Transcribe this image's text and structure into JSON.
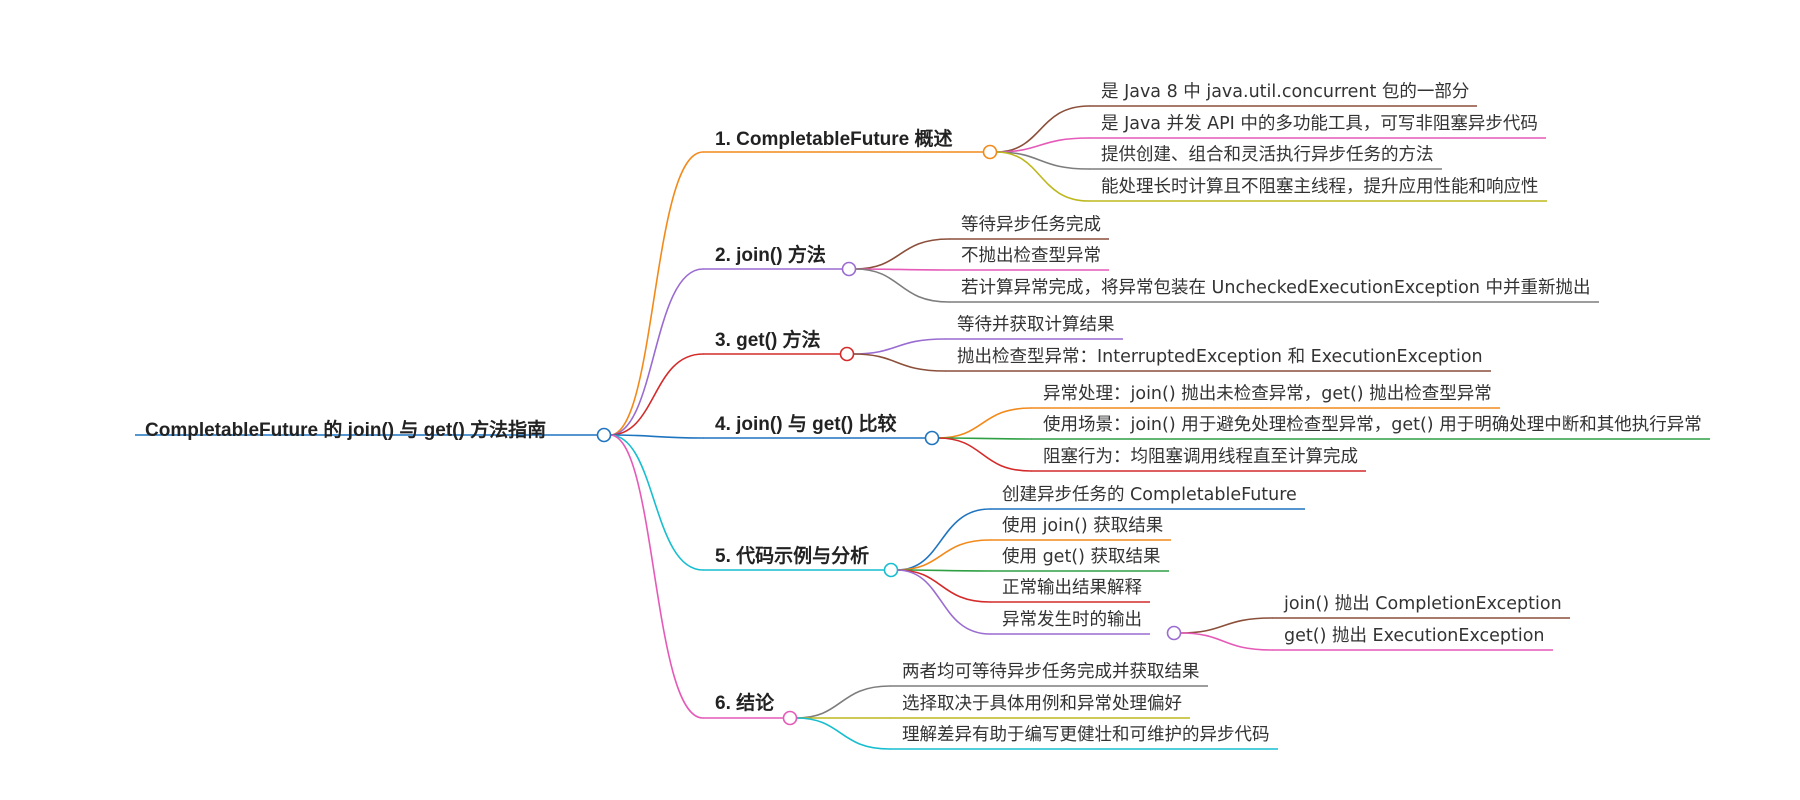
{
  "mindmap": {
    "root": {
      "label": "CompletableFuture 的 join() 与 get() 方法指南",
      "color": "#1f74c0"
    },
    "branches": [
      {
        "id": "b1",
        "label": "1. CompletableFuture 概述",
        "color": "#f28a1b",
        "children": [
          {
            "id": "b1c1",
            "label": "是 Java 8 中 java.util.concurrent 包的一部分",
            "color": "#8b4f3a"
          },
          {
            "id": "b1c2",
            "label": "是 Java 并发 API 中的多功能工具，可写非阻塞异步代码",
            "color": "#e55ab8"
          },
          {
            "id": "b1c3",
            "label": "提供创建、组合和灵活执行异步任务的方法",
            "color": "#7d7d7d"
          },
          {
            "id": "b1c4",
            "label": "能处理长时计算且不阻塞主线程，提升应用性能和响应性",
            "color": "#bdb81f"
          }
        ]
      },
      {
        "id": "b2",
        "label": "2. join() 方法",
        "color": "#9a6bd0",
        "children": [
          {
            "id": "b2c1",
            "label": "等待异步任务完成",
            "color": "#8b4f3a"
          },
          {
            "id": "b2c2",
            "label": "不抛出检查型异常",
            "color": "#e55ab8"
          },
          {
            "id": "b2c3",
            "label": "若计算异常完成，将异常包装在 UncheckedExecutionException 中并重新抛出",
            "color": "#7d7d7d"
          }
        ]
      },
      {
        "id": "b3",
        "label": "3. get() 方法",
        "color": "#d42a2a",
        "children": [
          {
            "id": "b3c1",
            "label": "等待并获取计算结果",
            "color": "#9a6bd0"
          },
          {
            "id": "b3c2",
            "label": "抛出检查型异常：InterruptedException 和 ExecutionException",
            "color": "#8b4f3a"
          }
        ]
      },
      {
        "id": "b4",
        "label": "4. join() 与 get() 比较",
        "color": "#1f74c0",
        "children": [
          {
            "id": "b4c1",
            "label": "异常处理：join() 抛出未检查异常，get() 抛出检查型异常",
            "color": "#f28a1b"
          },
          {
            "id": "b4c2",
            "label": "使用场景：join() 用于避免处理检查型异常，get() 用于明确处理中断和其他执行异常",
            "color": "#2ea043"
          },
          {
            "id": "b4c3",
            "label": "阻塞行为：均阻塞调用线程直至计算完成",
            "color": "#d42a2a"
          }
        ]
      },
      {
        "id": "b5",
        "label": "5. 代码示例与分析",
        "color": "#17becf",
        "children": [
          {
            "id": "b5c1",
            "label": "创建异步任务的 CompletableFuture",
            "color": "#1f74c0"
          },
          {
            "id": "b5c2",
            "label": "使用 join() 获取结果",
            "color": "#f28a1b"
          },
          {
            "id": "b5c3",
            "label": "使用 get() 获取结果",
            "color": "#2ea043"
          },
          {
            "id": "b5c4",
            "label": "正常输出结果解释",
            "color": "#d42a2a"
          },
          {
            "id": "b5c5",
            "label": "异常发生时的输出",
            "color": "#9a6bd0",
            "children": [
              {
                "id": "b5c5a",
                "label": "join() 抛出 CompletionException",
                "color": "#8b4f3a"
              },
              {
                "id": "b5c5b",
                "label": "get() 抛出 ExecutionException",
                "color": "#e55ab8"
              }
            ]
          }
        ]
      },
      {
        "id": "b6",
        "label": "6. 结论",
        "color": "#e55ab8",
        "children": [
          {
            "id": "b6c1",
            "label": "两者均可等待异步任务完成并获取结果",
            "color": "#7d7d7d"
          },
          {
            "id": "b6c2",
            "label": "选择取决于具体用例和异常处理偏好",
            "color": "#bdb81f"
          },
          {
            "id": "b6c3",
            "label": "理解差异有助于编写更健壮和可维护的异步代码",
            "color": "#17becf"
          }
        ]
      }
    ]
  }
}
